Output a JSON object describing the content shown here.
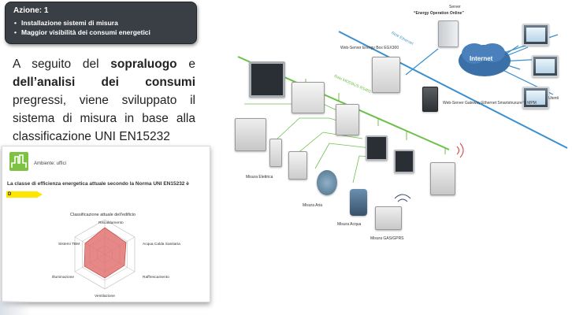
{
  "action": {
    "title": "Azione: 1",
    "items": [
      "Installazione sistemi di misura",
      "Maggior visibilità dei consumi energetici"
    ]
  },
  "intro": {
    "part1": "A seguito del ",
    "bold1": "sopraluogo",
    "part2": " e ",
    "bold2": "dell’analisi dei consumi",
    "part3": " pregressi, viene sviluppato il sistema di misura in base alla classificazione UNI EN15232"
  },
  "report": {
    "environment": "Ambiente: uffici",
    "question": "La classe di efficienza energetica attuale secondo la Norma UNI EN15232 è",
    "class_value": "D",
    "radar_title": "Classificazione attuale dell'edificio",
    "axes": [
      "Riscaldamento",
      "Acqua Calda Sanitaria",
      "Raffrescamento",
      "Ventilazione",
      "Illuminazione",
      "Sistemi TBM"
    ],
    "accent_fill": "#e06a6a",
    "class_color": "#ffe600"
  },
  "diagram": {
    "server_label": "Server",
    "server_name": "“Energy Operation Online”",
    "internet_label": "Internet",
    "users_label": "Utenti",
    "ethernet_top": "Rete Ethernet",
    "modbus_label": "Rete MODBUS RS485",
    "webserver_box": "Web-Server Energy Box EGX300",
    "gateway": "Web-Server Gateway Ethernet Smartstruxure™ MPM",
    "measure_electric": "Misura Elettrica",
    "measure_air": "Misura Aria",
    "measure_water": "Misura Acqua",
    "measure_gas": "Misura GAS/GPRS",
    "ethernet_color": "#3a8fd0",
    "modbus_color": "#6cc04a"
  }
}
